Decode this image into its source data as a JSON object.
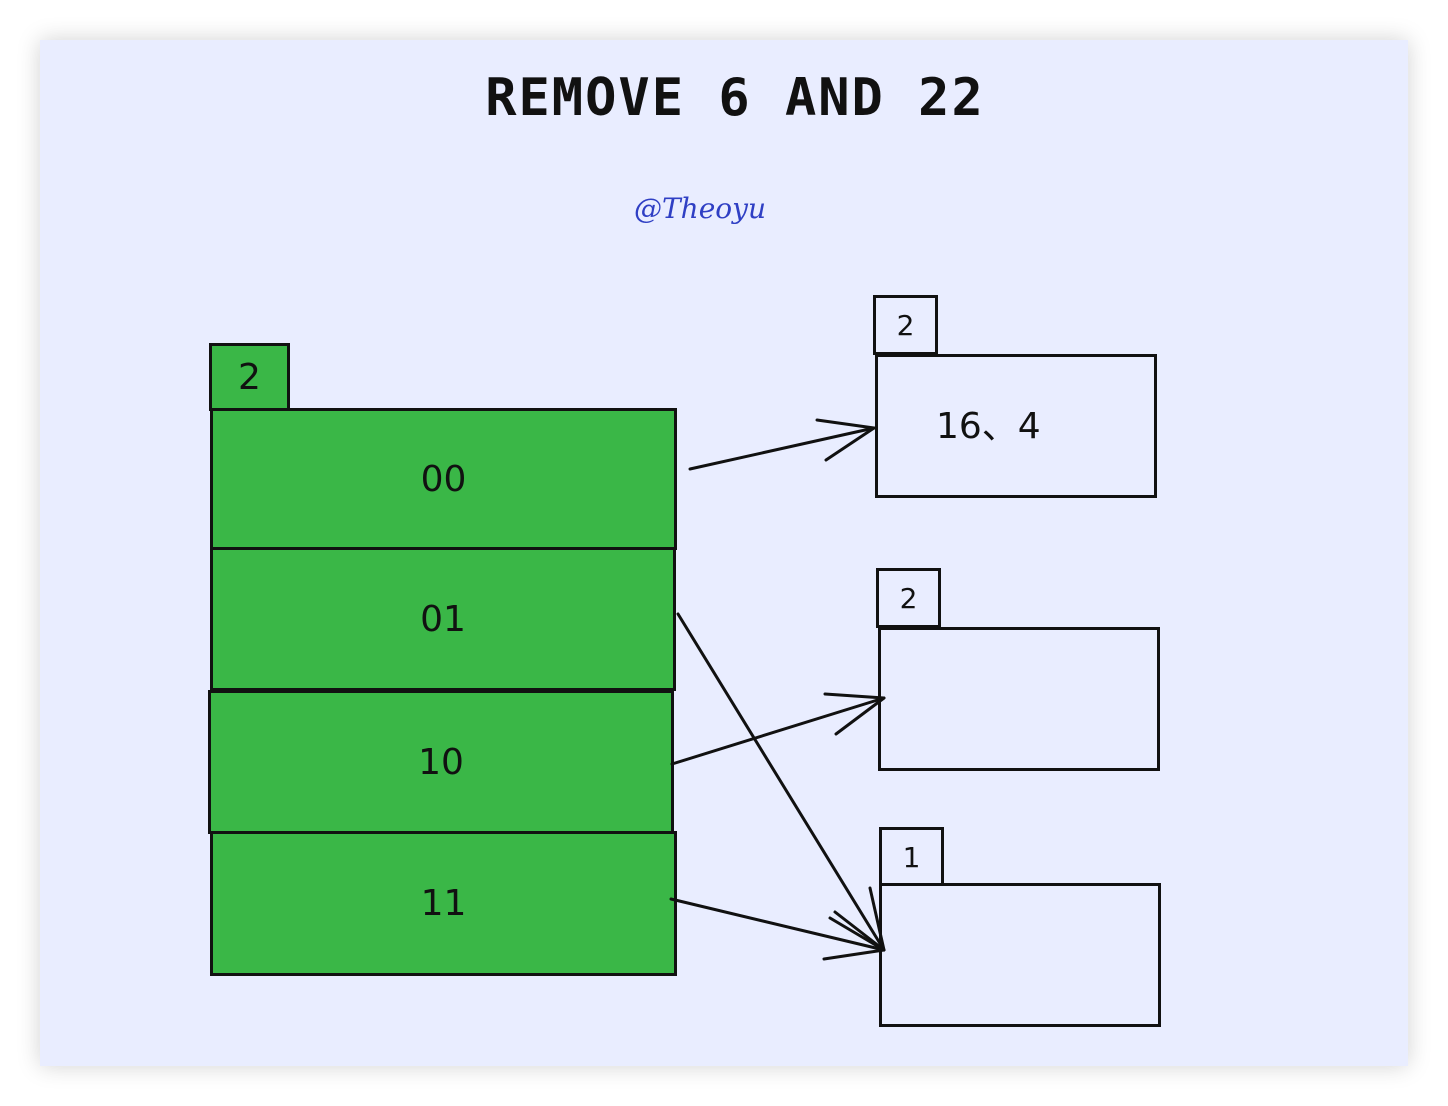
{
  "title": "REMOVE 6 AND 22",
  "watermark": "@Theoyu",
  "directory": {
    "global_depth": "2",
    "entries": [
      "00",
      "01",
      "10",
      "11"
    ]
  },
  "buckets": [
    {
      "local_depth": "2",
      "contents": "16、4"
    },
    {
      "local_depth": "2",
      "contents": ""
    },
    {
      "local_depth": "1",
      "contents": ""
    }
  ],
  "colors": {
    "directory_fill": "#3ab747",
    "background": "#e9edff",
    "stroke": "#111111",
    "watermark": "#2f3fc4"
  }
}
